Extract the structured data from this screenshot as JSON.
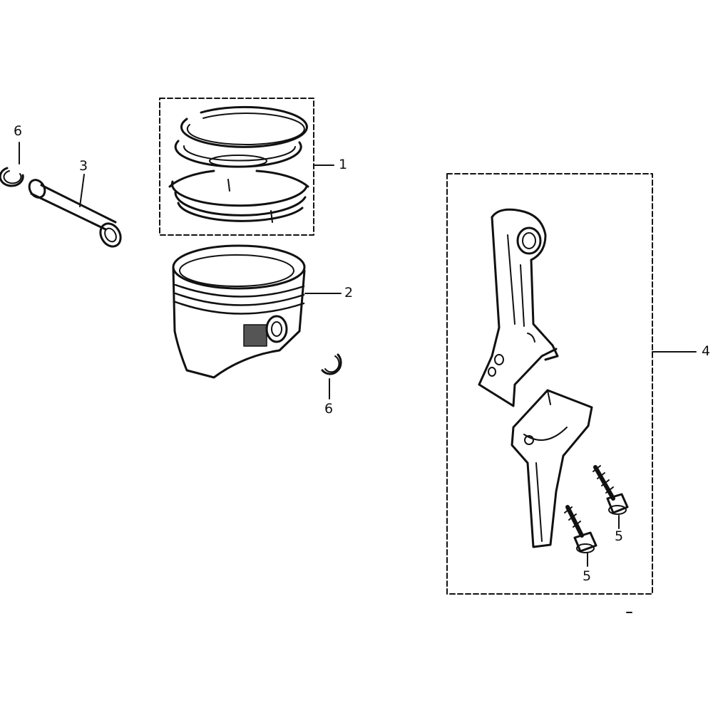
{
  "diagram": {
    "labels": {
      "piston_ring_set": "1",
      "piston": "2",
      "piston_pin": "3",
      "connecting_rod_assembly": "4",
      "rod_bolt_front": "5",
      "rod_bolt_rear": "5",
      "pin_clip_left": "6",
      "pin_clip_right": "6"
    },
    "colors": {
      "ink": "#111111",
      "paper": "#ffffff"
    }
  }
}
